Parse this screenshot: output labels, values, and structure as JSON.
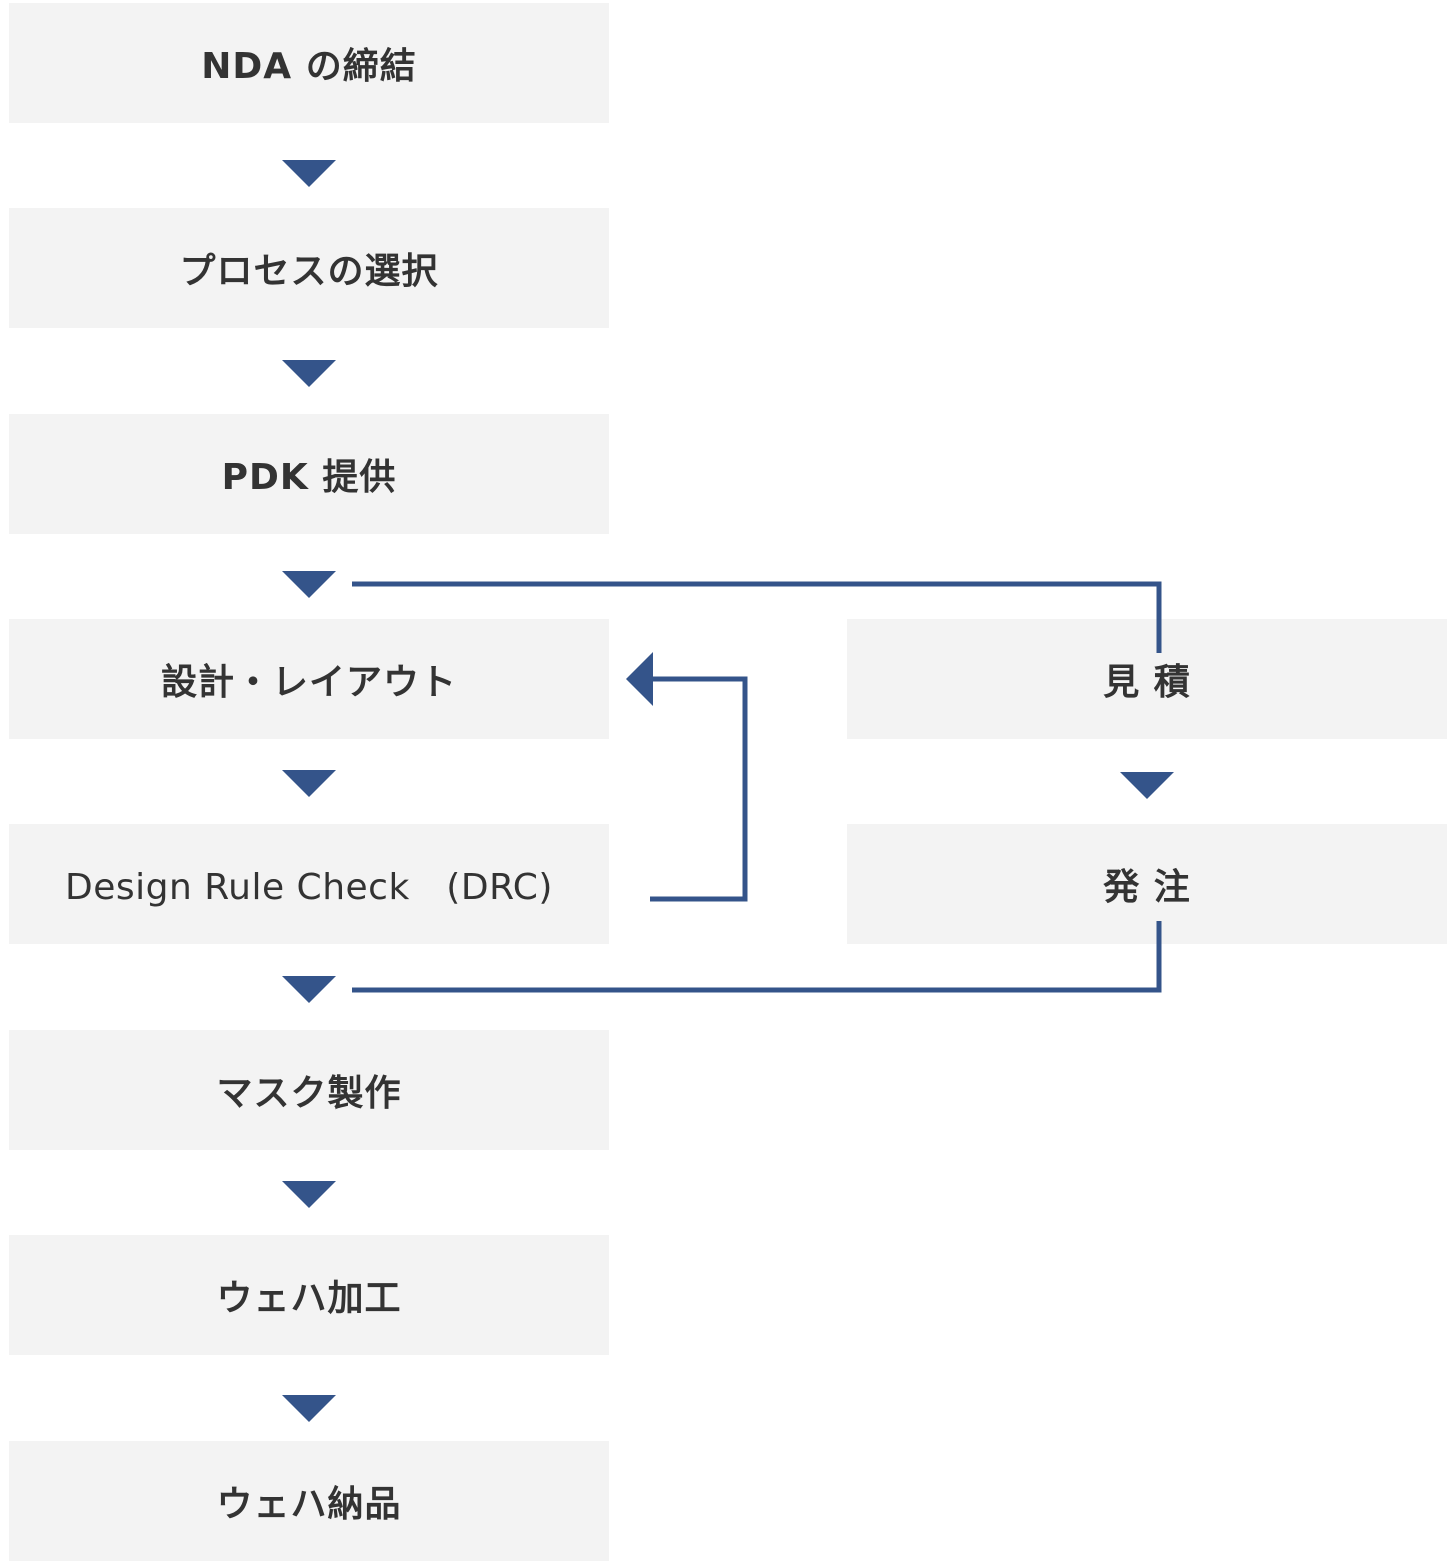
{
  "colors": {
    "box_fill": "#f3f3f3",
    "text": "#333333",
    "connector": "#34548a"
  },
  "steps": {
    "nda": "NDA の締結",
    "process": "プロセスの選択",
    "pdk": "PDK 提供",
    "design": "設計・レイアウト",
    "drc": "Design Rule Check　(DRC)",
    "mask": "マスク製作",
    "wafer_process": "ウェハ加工",
    "wafer_delivery": "ウェハ納品"
  },
  "side_steps": {
    "quote": "見 積",
    "order": "発 注"
  }
}
